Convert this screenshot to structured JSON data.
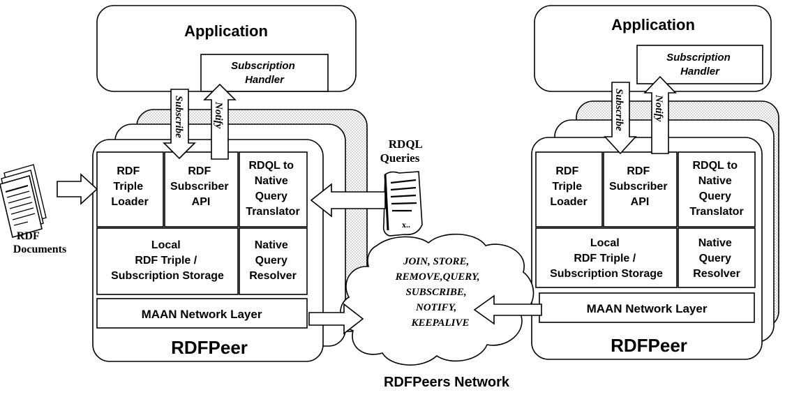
{
  "left_peer": {
    "application": "Application",
    "subscription_handler": [
      "Subscription",
      "Handler"
    ],
    "subscribe_label": "Subscribe",
    "notify_label": "Notify",
    "triple_loader": [
      "RDF",
      "Triple",
      "Loader"
    ],
    "subscriber_api": [
      "RDF",
      "Subscriber",
      "API"
    ],
    "query_translator": [
      "RDQL to",
      "Native",
      "Query",
      "Translator"
    ],
    "local_storage": [
      "Local",
      "RDF Triple /",
      "Subscription Storage"
    ],
    "query_resolver": [
      "Native",
      "Query",
      "Resolver"
    ],
    "network_layer": "MAAN Network Layer",
    "peer_label": "RDFPeer"
  },
  "right_peer": {
    "application": "Application",
    "subscription_handler": [
      "Subscription",
      "Handler"
    ],
    "subscribe_label": "Subscribe",
    "notify_label": "Notify",
    "triple_loader": [
      "RDF",
      "Triple",
      "Loader"
    ],
    "subscriber_api": [
      "RDF",
      "Subscriber",
      "API"
    ],
    "query_translator": [
      "RDQL to",
      "Native",
      "Query",
      "Translator"
    ],
    "local_storage": [
      "Local",
      "RDF Triple /",
      "Subscription Storage"
    ],
    "query_resolver": [
      "Native",
      "Query",
      "Resolver"
    ],
    "network_layer": "MAAN Network Layer",
    "peer_label": "RDFPeer"
  },
  "rdf_documents": [
    "RDF",
    "Documents"
  ],
  "rdql_queries": [
    "RDQL",
    "Queries"
  ],
  "network_messages": [
    "JOIN, STORE,",
    "REMOVE,QUERY,",
    "SUBSCRIBE,",
    "NOTIFY,",
    "KEEPALIVE"
  ],
  "network_label": "RDFPeers Network"
}
